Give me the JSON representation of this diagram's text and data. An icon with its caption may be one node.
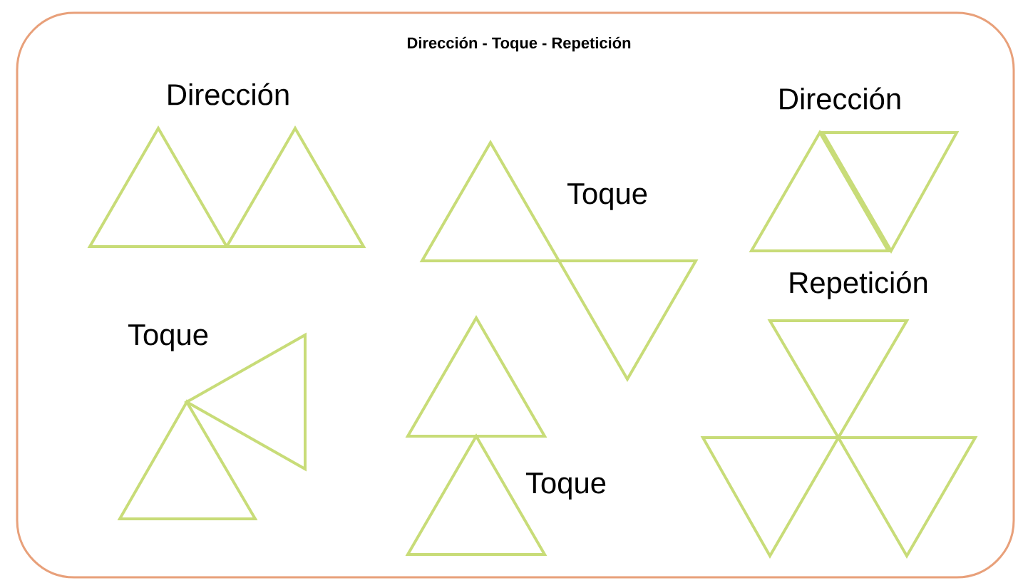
{
  "diagram": {
    "title": "Dirección - Toque - Repetición",
    "labels": [
      "Dirección",
      "Dirección",
      "Toque",
      "Repetición",
      "Toque",
      "Toque"
    ]
  }
}
